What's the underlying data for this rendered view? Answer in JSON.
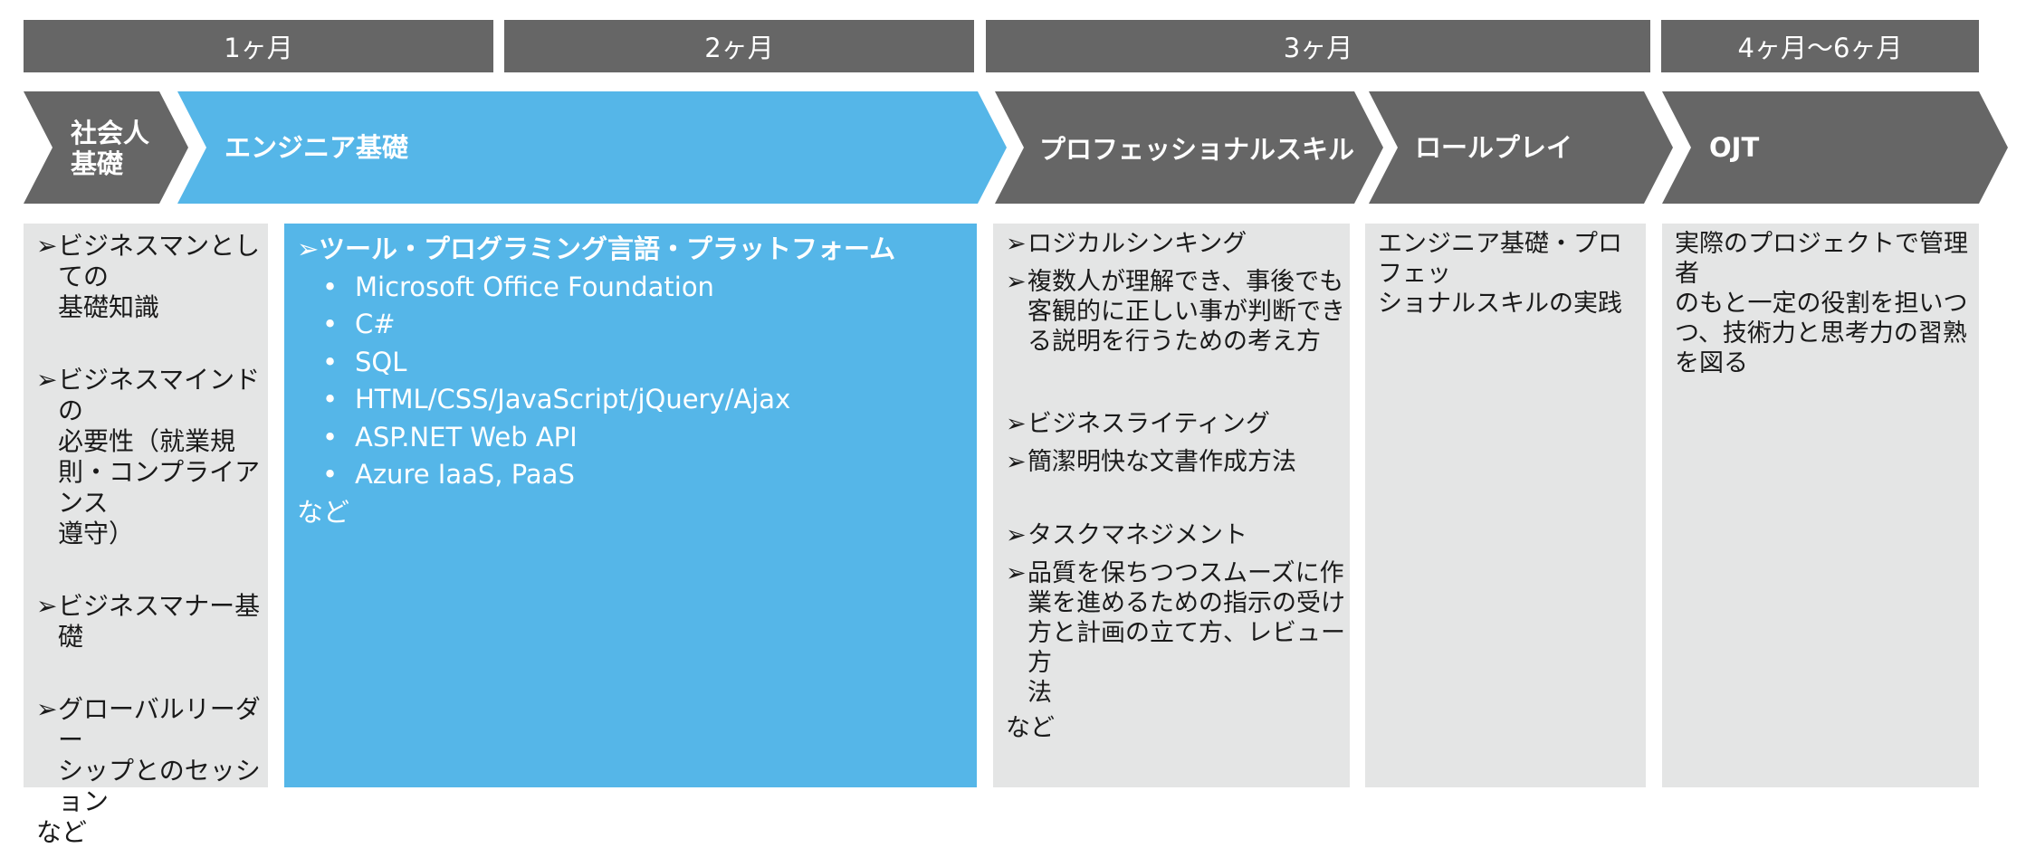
{
  "colors": {
    "gray_dark": "#666666",
    "blue": "#55b6e8",
    "panel_gray": "#e4e5e5",
    "text_dark": "#1a1a1a",
    "white": "#ffffff"
  },
  "periods": [
    "1ヶ月",
    "2ヶ月",
    "3ヶ月",
    "4ヶ月～6ヶ月"
  ],
  "phases": [
    {
      "label_lines": [
        "社会人",
        "基礎"
      ],
      "color": "#666666"
    },
    {
      "label": "エンジニア基礎",
      "color": "#55b6e8"
    },
    {
      "label": "プロフェッショナルスキル",
      "color": "#666666"
    },
    {
      "label": "ロールプレイ",
      "color": "#666666"
    },
    {
      "label": "OJT",
      "color": "#666666"
    }
  ],
  "panels": {
    "shakaijin": {
      "items": [
        [
          "ビジネスマンとしての",
          "基礎知識"
        ],
        [
          "ビジネスマインドの",
          "必要性（就業規",
          "則・コンプライアンス",
          "遵守）"
        ],
        [
          "ビジネスマナー基礎"
        ],
        [
          "グローバルリーダー",
          "シップとのセッション"
        ]
      ],
      "etc": "など"
    },
    "engineer": {
      "heading": "ツール・プログラミング言語・プラットフォーム",
      "bullets": [
        "Microsoft Office Foundation",
        "C#",
        "SQL",
        "HTML/CSS/JavaScript/jQuery/Ajax",
        "ASP.NET Web API",
        "Azure IaaS, PaaS"
      ],
      "etc": "など"
    },
    "professional": {
      "items": [
        [
          "ロジカルシンキング"
        ],
        [
          "複数人が理解でき、事後でも",
          "客観的に正しい事が判断でき",
          "る説明を行うための考え方"
        ],
        [
          "ビジネスライティング"
        ],
        [
          "簡潔明快な文書作成方法"
        ],
        [
          "タスクマネジメント"
        ],
        [
          "品質を保ちつつスムーズに作",
          "業を進めるための指示の受け",
          "方と計画の立て方、レビュー方",
          "法"
        ]
      ],
      "etc": "など"
    },
    "roleplay": {
      "lines": [
        "エンジニア基礎・プロフェッ",
        "ショナルスキルの実践"
      ]
    },
    "ojt": {
      "lines": [
        "実際のプロジェクトで管理者",
        "のもと一定の役割を担いつ",
        "つ、技術力と思考力の習熟",
        "を図る"
      ]
    }
  },
  "symbols": {
    "arrow": "➢",
    "bullet": "•"
  }
}
